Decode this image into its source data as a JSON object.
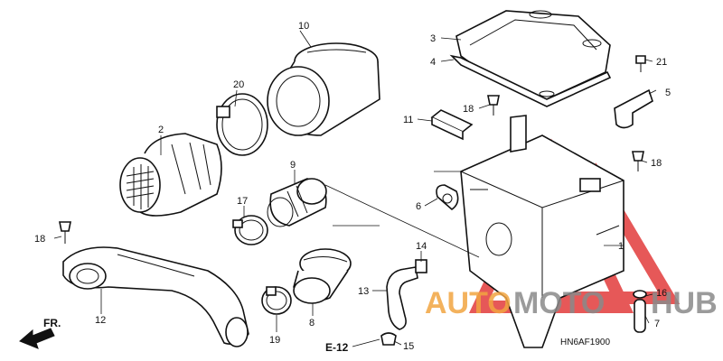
{
  "diagram": {
    "drawing_code": "HN6AF1900",
    "front_marker": "FR.",
    "section_ref": "E-12",
    "callouts": {
      "c1": "1",
      "c2": "2",
      "c3": "3",
      "c4": "4",
      "c5": "5",
      "c6": "6",
      "c7": "7",
      "c8": "8",
      "c9": "9",
      "c10": "10",
      "c11": "11",
      "c12": "12",
      "c13": "13",
      "c14": "14",
      "c15": "15",
      "c16": "16",
      "c17": "17",
      "c18a": "18",
      "c18b": "18",
      "c18c": "18",
      "c19": "19",
      "c20": "20",
      "c21": "21"
    }
  },
  "watermark": {
    "word_a": "AUTO",
    "word_b": "MOTO",
    "word_c": "HUB",
    "colors": {
      "red": "#e23b3b",
      "orange": "#f2a541",
      "gray": "#8a8a8a"
    }
  }
}
